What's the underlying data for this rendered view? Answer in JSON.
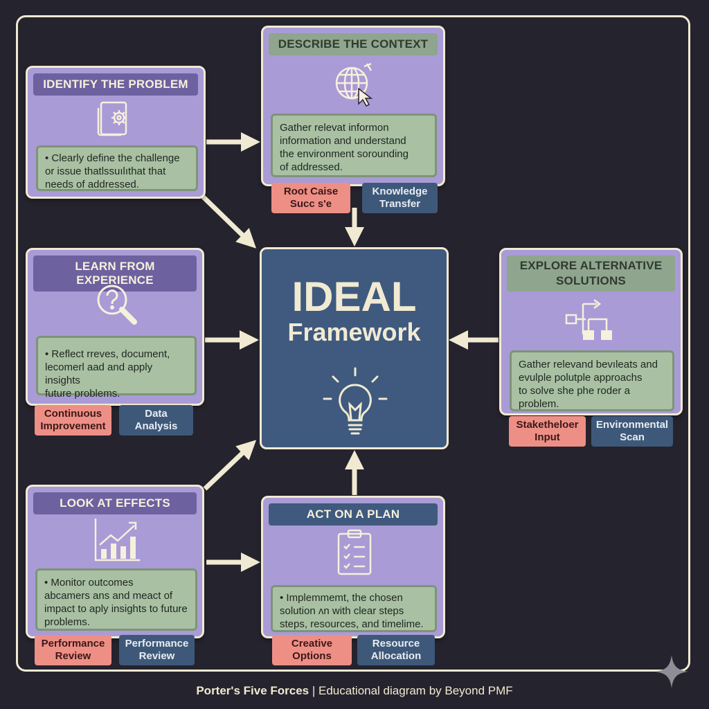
{
  "center": {
    "title": "IDEAL",
    "subtitle": "Framework"
  },
  "cards": {
    "identify": {
      "title": "IDENTIFY THE PROBLEM",
      "description": "• Clearly define the challenge\n  or issue thatlssuılıthat that\n  needs of addressed."
    },
    "describe": {
      "title": "DESCRIBE THE CONTEXT",
      "description": "Gather relevat informon\ninformation and understand\nthe environment sorounding\nof addressed.",
      "tags": [
        "Root Caise\nSucc s'e",
        "Knowledge\nTransfer"
      ]
    },
    "learn": {
      "title": "LEARN FROM EXPERIENCE",
      "description": "• Reflect rreves, document,\n  lecomerl aad and apply insights\n  future problems.",
      "tags": [
        "Continuous\nImprovement",
        "Data\nAnalysis"
      ]
    },
    "explore": {
      "title": "EXPLORE ALTERNATIVE\nSOLUTIONS",
      "description": "Gather relevand bevıleats and\nevulple polutple approachs\nto solve she phe roder a\nproblem.",
      "tags": [
        "Staketheloer\nInput",
        "Environmental\nScan"
      ]
    },
    "look": {
      "title": "LOOK AT EFFECTS",
      "description": "• Monitor outcomes\nabcamers ans and meact of\nimpact to aply insights to future\nproblems.",
      "tags": [
        "Performance\nReview",
        "Performance\nReview"
      ]
    },
    "act": {
      "title": "ACT ON A PLAN",
      "description": "• Implemmemt, the chosen\n  solution ʌn with clear steps\n  steps, resources, and timelime.",
      "tags": [
        "Creative\nOptions",
        "Resource\nAllocation"
      ]
    }
  },
  "footer": {
    "bold": "Porter's Five Forces",
    "rest": " | Educational diagram by Beyond PMF"
  },
  "colors": {
    "background": "#25232d",
    "card": "#a99bd6",
    "center": "#3f5a7e",
    "accent_red": "#ee8f86",
    "accent_blue": "#3e5879",
    "line": "#f1ead2"
  }
}
